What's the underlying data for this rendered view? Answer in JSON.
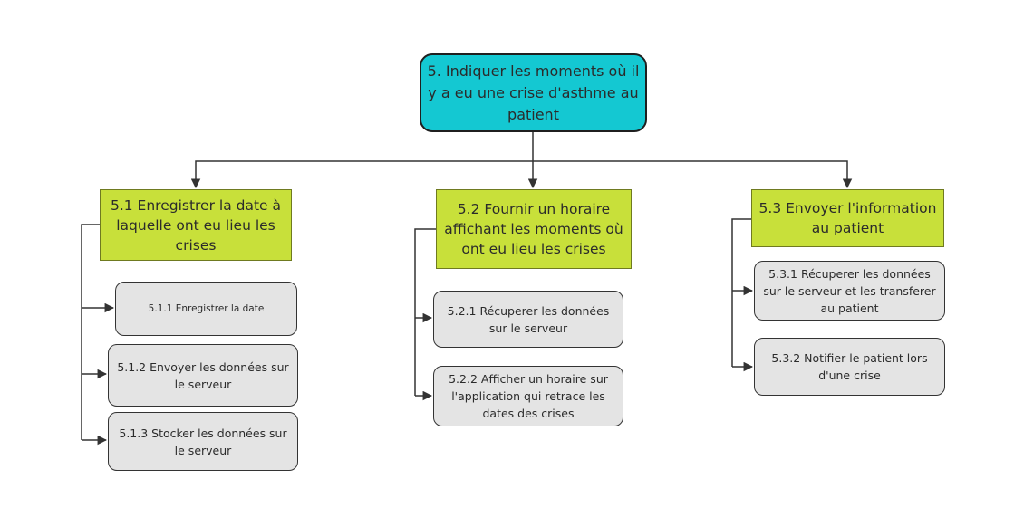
{
  "root": {
    "label": "5. Indiquer les moments où il y a eu une crise d'asthme au patient"
  },
  "branches": [
    {
      "label": "5.1 Enregistrer la date à laquelle ont eu lieu les crises",
      "children": [
        "5.1.1 Enregistrer la date",
        "5.1.2 Envoyer les données sur le serveur",
        "5.1.3 Stocker les données sur le serveur"
      ]
    },
    {
      "label": "5.2 Fournir un horaire affichant les moments où ont eu lieu les crises",
      "children": [
        "5.2.1 Récuperer les données sur le serveur",
        "5.2.2 Afficher un horaire sur l'application qui retrace les dates des crises"
      ]
    },
    {
      "label": "5.3 Envoyer l'information au patient",
      "children": [
        "5.3.1 Récuperer les données sur le serveur et les transferer au patient",
        "5.3.2 Notifier le patient lors d'une crise"
      ]
    }
  ],
  "colors": {
    "root_fill": "#14c8d2",
    "branch_fill": "#c8e03a",
    "leaf_fill": "#e4e4e4",
    "connector": "#333333"
  }
}
